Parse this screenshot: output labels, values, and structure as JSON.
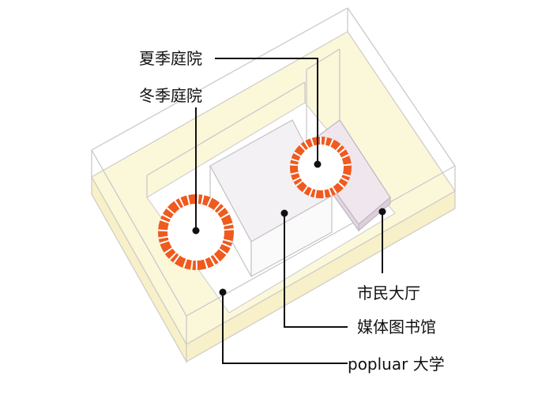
{
  "labels": {
    "summer_courtyard": "夏季庭院",
    "winter_courtyard": "冬季庭院",
    "civic_hall": "市民大厅",
    "media_library": "媒体图书馆",
    "popular_university": "popluar 大学"
  },
  "colors": {
    "courtyard_ring": "#ef5a1f",
    "site_fill": "#fbf7d9",
    "glass_fill": "#f1eef3",
    "hall_fill": "#e7dbe6",
    "leader": "#111111",
    "wire": "#c9c5c8"
  }
}
